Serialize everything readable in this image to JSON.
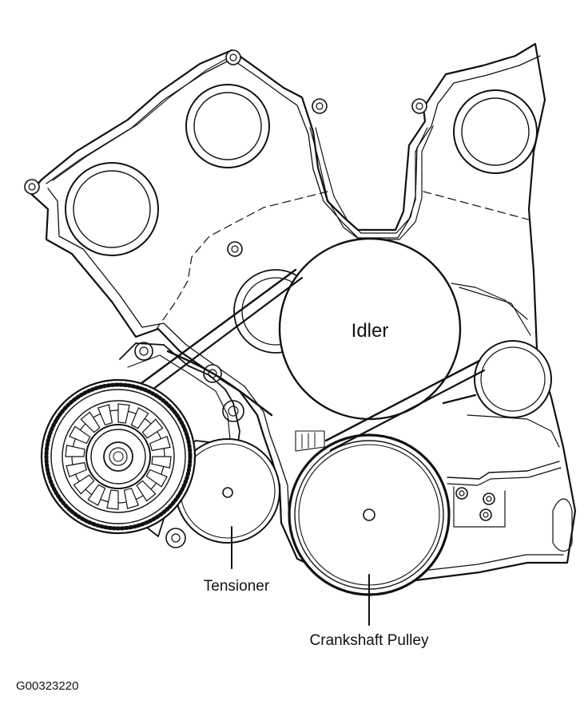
{
  "labels": {
    "idler": "Idler",
    "tensioner": "Tensioner",
    "crankshaft": "Crankshaft Pulley",
    "figure_id": "G00323220"
  },
  "colors": {
    "ink": "#111111",
    "background": "#ffffff"
  }
}
